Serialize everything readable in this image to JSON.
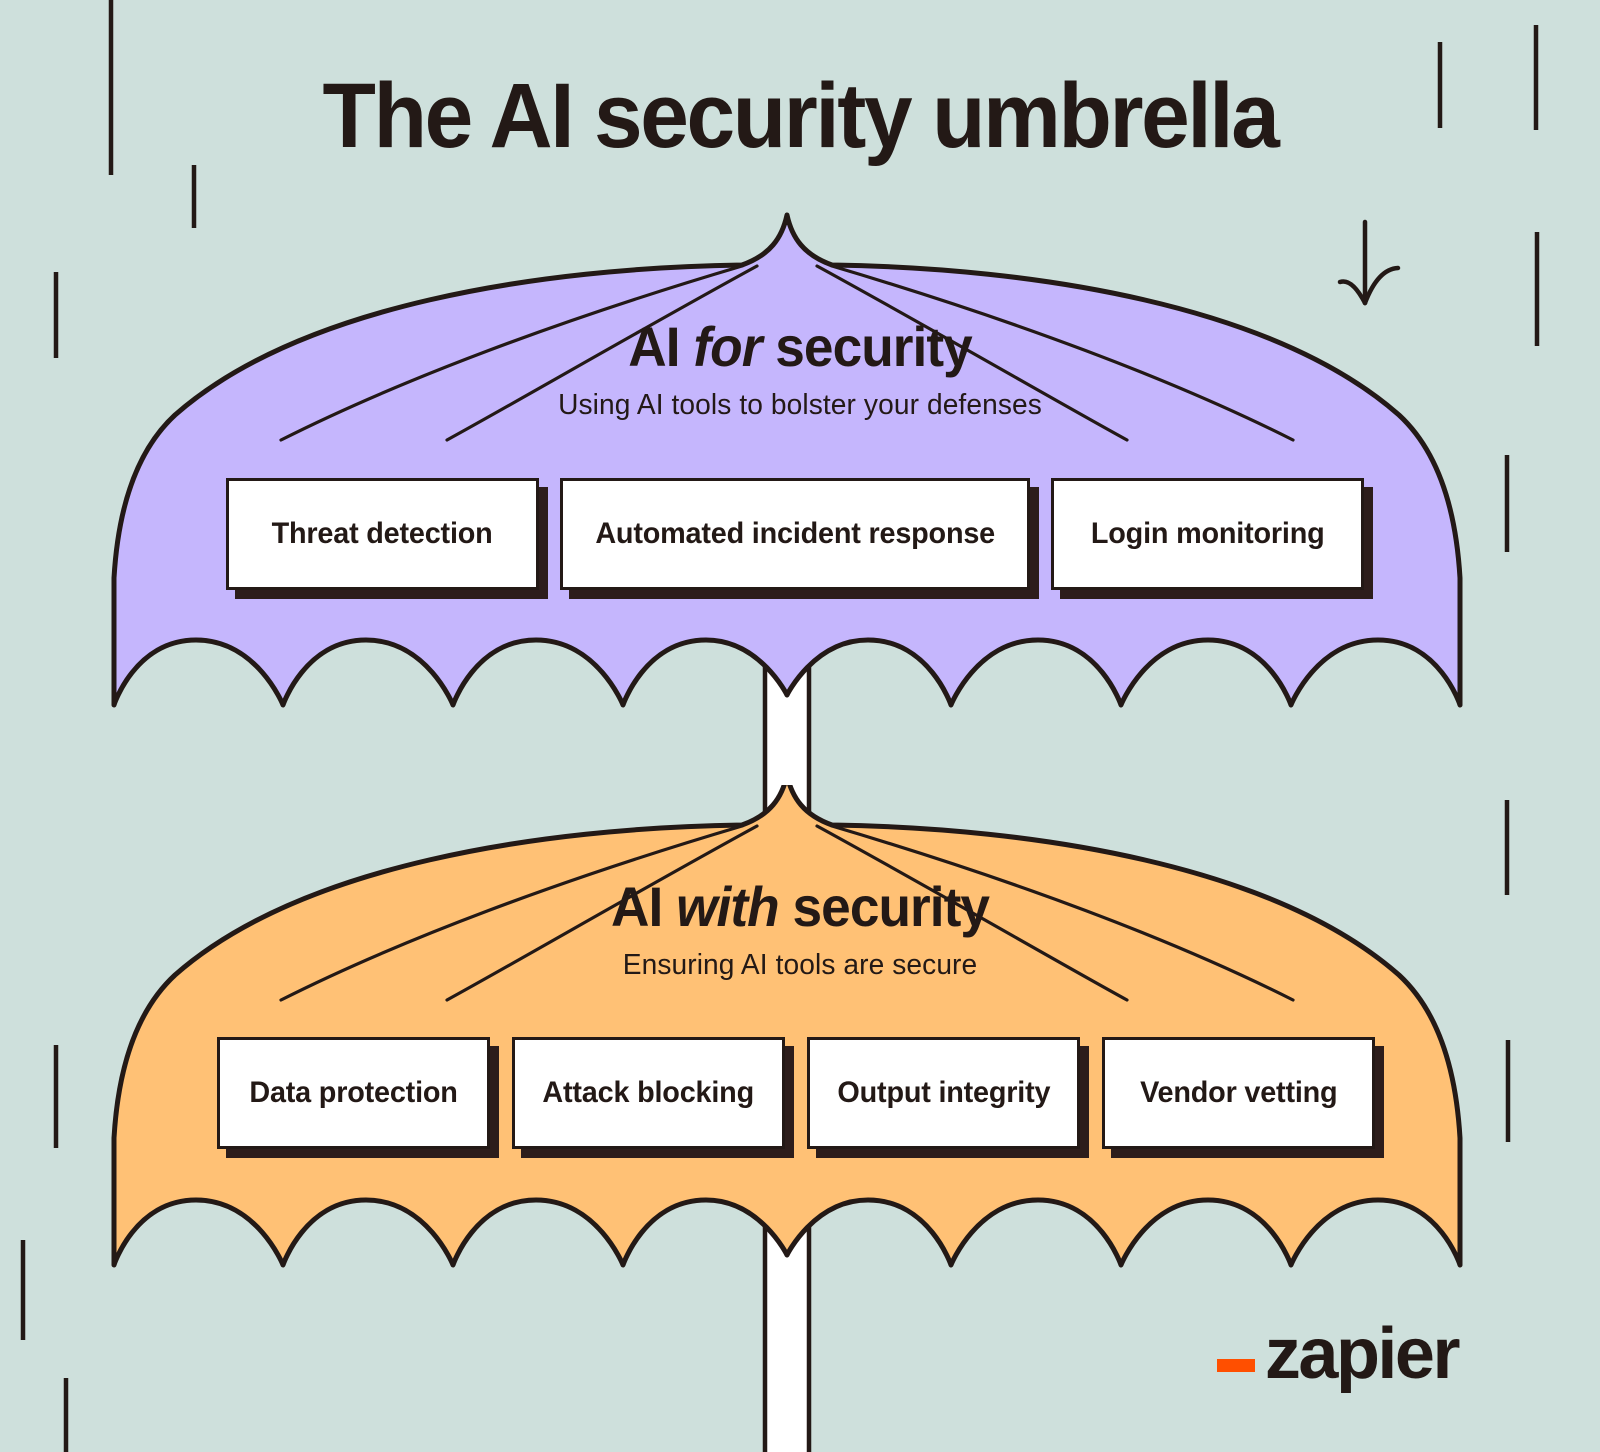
{
  "title": "The AI security umbrella",
  "colors": {
    "background": "#CEE0DC",
    "purple": "#C5B6FD",
    "orange": "#FFC175",
    "ink": "#231916",
    "shadow": "#2D1D1B",
    "chip_fill": "#FFFFFF",
    "zapier_orange": "#FF4F00"
  },
  "panels": [
    {
      "id": "ai-for-security",
      "title_pre": "AI ",
      "title_em": "for",
      "title_post": " security",
      "title_plain": "AI for security",
      "subtitle": "Using AI tools to bolster your defenses",
      "canopy_color": "#C5B6FD",
      "chips": [
        {
          "label": "Threat detection"
        },
        {
          "label": "Automated incident response"
        },
        {
          "label": "Login monitoring"
        }
      ]
    },
    {
      "id": "ai-with-security",
      "title_pre": "AI ",
      "title_em": "with",
      "title_post": " security",
      "title_plain": "AI with security",
      "subtitle": "Ensuring AI tools are secure",
      "canopy_color": "#FFC175",
      "chips": [
        {
          "label": "Data protection"
        },
        {
          "label": "Attack blocking"
        },
        {
          "label": "Output integrity"
        },
        {
          "label": "Vendor vetting"
        }
      ]
    }
  ],
  "decorations": {
    "rain_lines": "thin vertical black strokes scattered on the mint background",
    "arrow": "downward arrow with splayed arrowhead pointing at the top umbrella",
    "umbrella_pole": "white vertical shaft running through both umbrellas"
  },
  "logo": {
    "dash": "dash-mark",
    "word": "zapier"
  }
}
